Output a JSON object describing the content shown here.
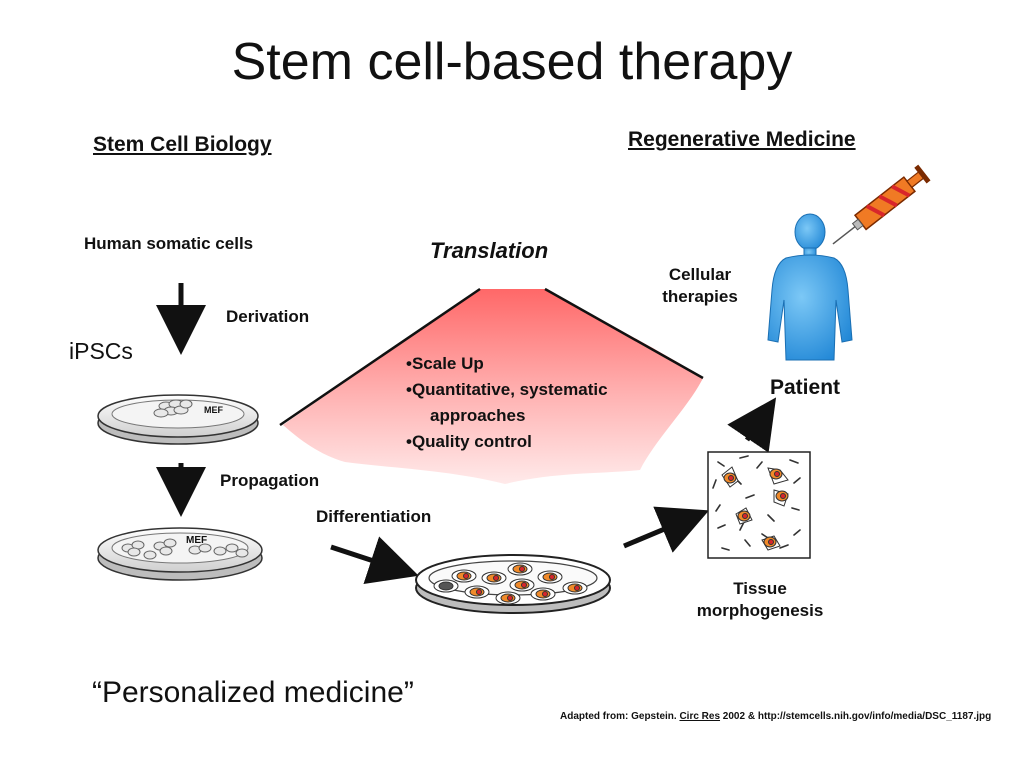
{
  "title": "Stem cell-based therapy",
  "headers": {
    "left": "Stem Cell Biology",
    "right": "Regenerative Medicine"
  },
  "labels": {
    "somatic": "Human somatic cells",
    "derivation": "Derivation",
    "ipscs": "iPSCs",
    "mef1": "MEF",
    "mef2": "MEF",
    "propagation": "Propagation",
    "differentiation": "Differentiation",
    "translation": "Translation",
    "cellular_line1": "Cellular",
    "cellular_line2": "therapies",
    "patient": "Patient",
    "tissue_line1": "Tissue",
    "tissue_line2": "morphogenesis"
  },
  "translation_points": [
    "•Scale Up",
    "•Quantitative, systematic",
    "approaches",
    "•Quality control"
  ],
  "footer": {
    "quote": "“Personalized medicine”",
    "citation_prefix": "Adapted from: Gepstein. ",
    "citation_journal": "Circ Res",
    "citation_suffix": " 2002 & http://stemcells.nih.gov/info/media/DSC_1187.jpg"
  },
  "colors": {
    "cone_top": "#ff6f6f",
    "cone_bottom": "#ffe3e3",
    "body_blue": "#3aa0e6",
    "cell_orange": "#f08a2a",
    "cell_red": "#d8262b",
    "syringe_orange": "#f07a24",
    "syringe_red": "#d8262b"
  }
}
